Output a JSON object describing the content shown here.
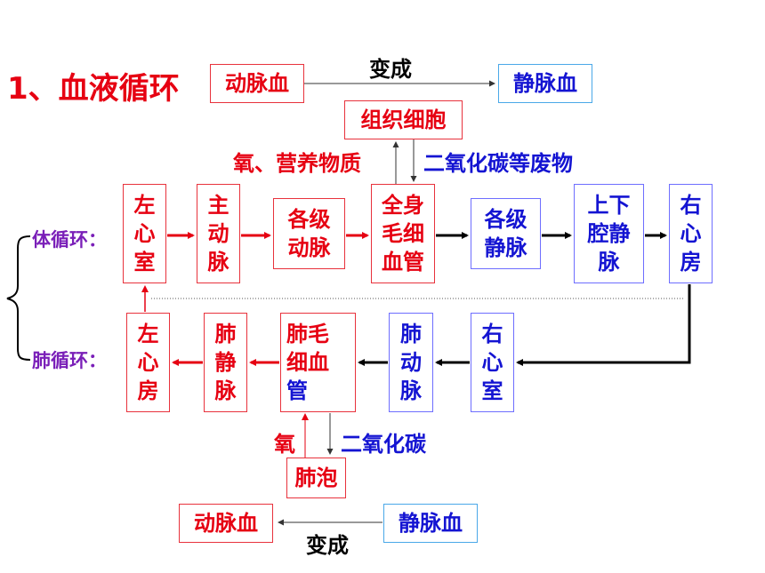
{
  "title": "1、血液循环",
  "top": {
    "from": "动脉血",
    "to": "静脉血",
    "verb": "变成"
  },
  "tissue_cell": "组织细胞",
  "oxygen_nutrients": "氧、营养物质",
  "co2_waste": "二氧化碳等废物",
  "systemic_label": "体循环：",
  "pulmonary_label": "肺循环：",
  "systemic": [
    {
      "lines": [
        "左",
        "心",
        "室"
      ]
    },
    {
      "lines": [
        "主",
        "动",
        "脉"
      ]
    },
    {
      "lines": [
        "各级",
        "动脉"
      ]
    },
    {
      "lines": [
        "全身",
        "毛细",
        "血管"
      ]
    },
    {
      "lines": [
        "各级",
        "静脉"
      ]
    },
    {
      "lines": [
        "上下",
        "腔静",
        "脉"
      ]
    },
    {
      "lines": [
        "右",
        "心",
        "房"
      ]
    }
  ],
  "pulmonary": [
    {
      "lines": [
        "左",
        "心",
        "房"
      ]
    },
    {
      "lines": [
        "肺",
        "静",
        "脉"
      ]
    },
    {
      "lines": [
        "肺毛",
        "细血",
        "管"
      ]
    },
    {
      "lines": [
        "肺",
        "动",
        "脉"
      ]
    },
    {
      "lines": [
        "右",
        "心",
        "室"
      ]
    }
  ],
  "oxygen": "氧",
  "co2": "二氧化碳",
  "alveoli": "肺泡",
  "bottom": {
    "from": "静脉血",
    "to": "动脉血",
    "verb": "变成"
  },
  "colors": {
    "red": "#e60012",
    "blue": "#1414d2",
    "purple": "#7a1fb8"
  }
}
